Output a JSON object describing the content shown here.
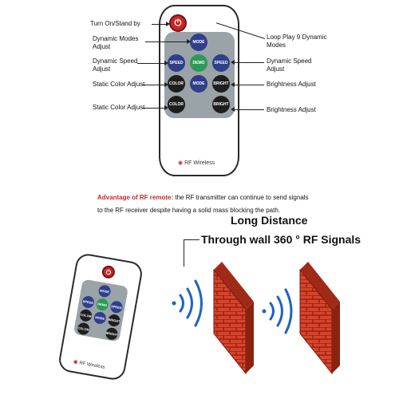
{
  "remote": {
    "buttons": {
      "mode": "MODE",
      "speed": "SPEED",
      "demo": "DEMO",
      "color": "COLOR",
      "bright": "BRIGHT",
      "power_icon": "power-icon"
    },
    "footer": "RF Wireless"
  },
  "callouts": {
    "left": [
      "Turn On/Stand by",
      "Dynamic Modes Adjust",
      "Dynamic Speed Adjust",
      "Static Color Adjust",
      "Static Color Adjust"
    ],
    "right": [
      "Loop Play 9 Dynamic Modes",
      "Dynamic Speed Adjust",
      "Brightness Adjust",
      "Brightness Adjust"
    ]
  },
  "advantage": {
    "label": "Advantage of RF remote:",
    "text": " the RF transmitter can continue to send signals to the RF receiver despite having a solid mass blocking the path."
  },
  "heading_distance": "Long Distance",
  "heading_wall": "Through wall 360 ° RF Signals",
  "colors": {
    "accent_red": "#c62828",
    "wave_blue": "#1e63c8",
    "brick": "#d8432a"
  }
}
